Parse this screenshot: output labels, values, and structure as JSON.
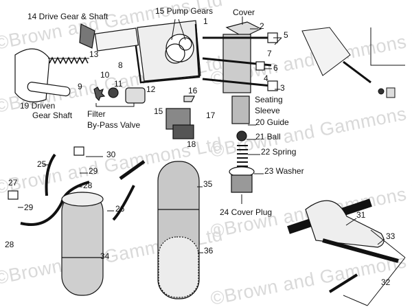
{
  "watermark": "©Brown and Gammons Ltd",
  "labels": {
    "drive_gear": "14 Drive Gear & Shaft",
    "pump_gears": "15 Pump Gears",
    "cover": "Cover",
    "n1": "1",
    "n2": "2",
    "n3": "3",
    "n4": "4",
    "n5": "5",
    "n6": "6",
    "n7": "7",
    "n8": "8",
    "n9": "9",
    "n10": "10",
    "n11": "11",
    "n12": "12",
    "n13": "13",
    "n15b": "15",
    "n16": "16",
    "n17": "17",
    "n18": "18",
    "driven_1": "19 Driven",
    "driven_2": "Gear Shaft",
    "filter_1": "Filter",
    "filter_2": "By-Pass Valve",
    "seating_1": "Seating",
    "seating_2": "Sleeve",
    "guide": "20 Guide",
    "ball": "21 Ball",
    "spring": "22 Spring",
    "washer": "23 Washer",
    "cover_plug": "24 Cover Plug",
    "n25": "25",
    "n26": "26",
    "n27": "27",
    "n28a": "28",
    "n28b": "28",
    "n29a": "29",
    "n29b": "29",
    "n30": "30",
    "n31": "31",
    "n32": "32",
    "n33": "33",
    "n34": "34",
    "n35": "35",
    "n36": "36"
  }
}
